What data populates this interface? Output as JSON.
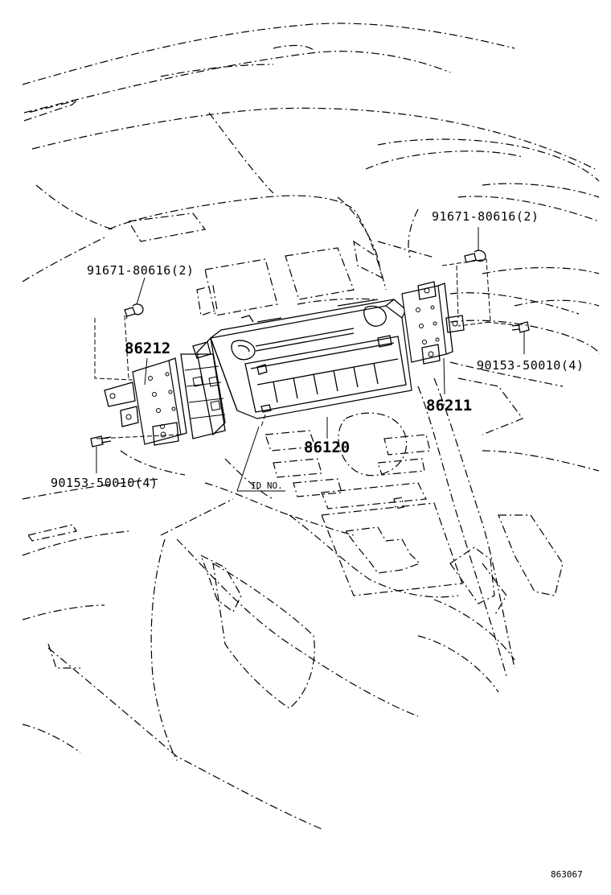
{
  "diagram": {
    "parts": {
      "screw_left": "91671-80616(2)",
      "screw_right": "91671-80616(2)",
      "bracket_left": "86212",
      "bracket_right": "86211",
      "receiver": "86120",
      "bolt_left": "90153-50010(4)",
      "bolt_right": "90153-50010(4)",
      "id_label": "ID NO."
    },
    "figure_id": "863067"
  }
}
